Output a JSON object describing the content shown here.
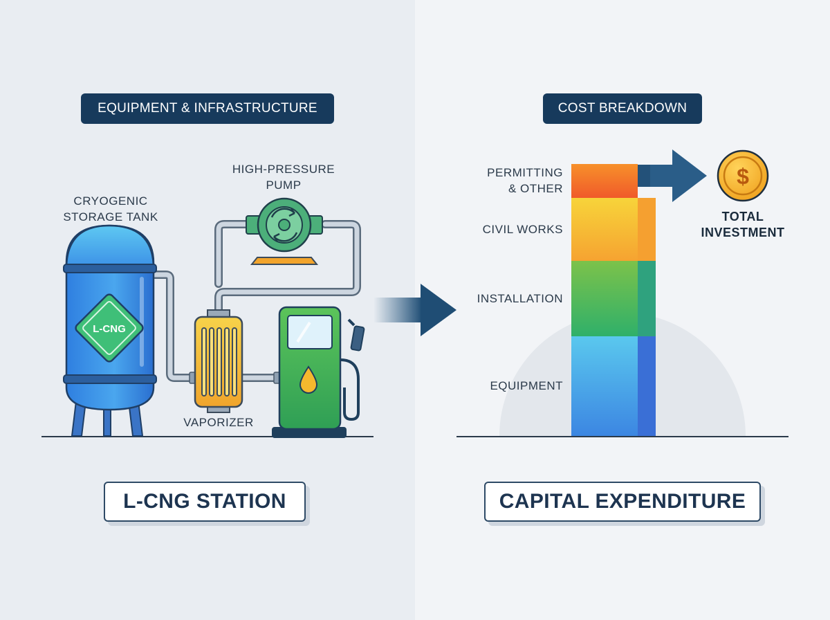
{
  "left_panel": {
    "header": "EQUIPMENT & INFRASTRUCTURE",
    "tank_label_line1": "CRYOGENIC",
    "tank_label_line2": "STORAGE TANK",
    "pump_label_line1": "HIGH-PRESSURE",
    "pump_label_line2": "PUMP",
    "tank_badge": "L-CNG",
    "vaporizer_label": "VAPORIZER",
    "title": "L-CNG STATION"
  },
  "right_panel": {
    "header": "COST BREAKDOWN",
    "segments": [
      {
        "line1": "PERMITTING",
        "line2": "& OTHER"
      },
      {
        "line1": "CIVIL WORKS",
        "line2": ""
      },
      {
        "line1": "INSTALLATION",
        "line2": ""
      },
      {
        "line1": "EQUIPMENT",
        "line2": ""
      }
    ],
    "coin_symbol": "$",
    "total_line1": "TOTAL",
    "total_line2": "INVESTMENT",
    "title": "CAPITAL EXPENDITURE"
  },
  "colors": {
    "navy": "#173a5c",
    "tank_blue": "#3b8fe6",
    "badge_green": "#3fbf78",
    "pump_green": "#4caf7a",
    "vaporizer_yellow": "#f2c23a",
    "dispenser_green": "#48b95a",
    "coin_gold": "#f5b82e"
  }
}
